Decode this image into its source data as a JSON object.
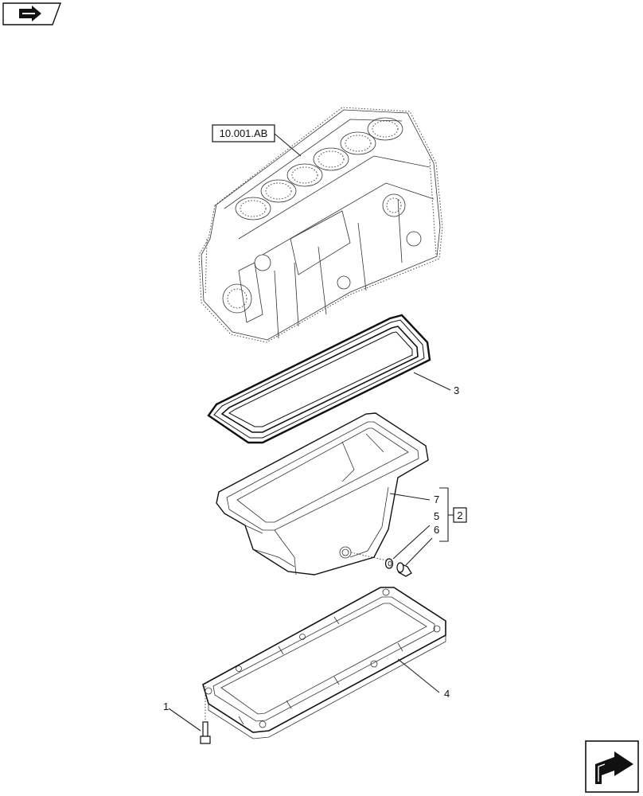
{
  "reference_box": {
    "label": "10.001.AB"
  },
  "group_box": {
    "label": "2"
  },
  "callouts": [
    {
      "id": "1",
      "text": "1"
    },
    {
      "id": "3",
      "text": "3"
    },
    {
      "id": "4",
      "text": "4"
    },
    {
      "id": "5",
      "text": "5"
    },
    {
      "id": "6",
      "text": "6"
    },
    {
      "id": "7",
      "text": "7"
    }
  ],
  "icons": {
    "top_left": "arrow-right-icon",
    "bottom_right": "page-forward-arrow-icon"
  }
}
